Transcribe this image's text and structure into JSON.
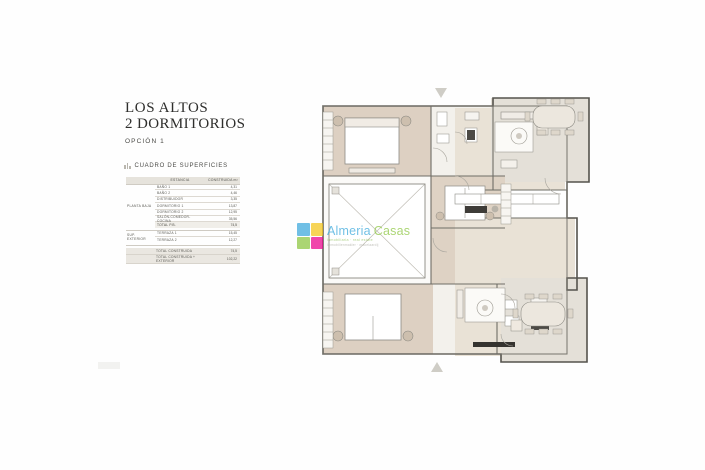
{
  "document": {
    "title_line_1": "LOS ALTOS",
    "title_line_2": "2 DORMITORIOS",
    "option_label": "OPCIÓN 1"
  },
  "surface_section": {
    "heading": "CUADRO DE SUPERFICIES",
    "columns": {
      "room": "ESTANCIA",
      "built": "CONSTRUIDA m²"
    },
    "groups": [
      {
        "label": "PLANTA BAJA",
        "rows": [
          {
            "room": "BAÑO 1",
            "value": "4,31"
          },
          {
            "room": "BAÑO 2",
            "value": "4,46"
          },
          {
            "room": "DISTRIBUIDOR",
            "value": "3,35"
          },
          {
            "room": "DORMITORIO 1",
            "value": "13,87"
          },
          {
            "room": "DORMITORIO 2",
            "value": "12,95"
          },
          {
            "room": "SALÓN-COMEDOR-COCINA",
            "value": "35,56"
          }
        ],
        "total": {
          "room": "TOTAL P.B.",
          "value": "74,5"
        }
      },
      {
        "label": "SUP. EXTERIOR",
        "rows": [
          {
            "room": "TERRAZA 1",
            "value": "15,45"
          },
          {
            "room": "TERRAZA 2",
            "value": "12,27"
          }
        ]
      }
    ],
    "totals": [
      {
        "label": "TOTAL CONSTRUIDA",
        "value": "74,5"
      },
      {
        "label": "TOTAL CONSTRUIDA + EXTERIOR",
        "value": "102,22"
      }
    ]
  },
  "watermark": {
    "brand_first": "Almeria",
    "brand_second": "Casas",
    "tagline": "inmobiliaria · real estate",
    "tagline_secondary": "Immobilienmakler · makelaardij",
    "logo_colors": [
      "#3aa8dc",
      "#f5c518",
      "#8cc63f",
      "#ec008c"
    ]
  },
  "floor_plan": {
    "alt": "Plano de planta - 2 dormitorios opción 1",
    "markers": [
      "north-marker-top",
      "north-marker-bottom"
    ],
    "rooms": [
      "Dormitorio 1",
      "Dormitorio 2",
      "Baño 1",
      "Baño 2",
      "Distribuidor",
      "Salón-Comedor-Cocina",
      "Terraza 1",
      "Terraza 2"
    ],
    "colors": {
      "wall": "#6f6d66",
      "bedroom_floor": "#ddd0c2",
      "terrace_floor": "#e6e2da",
      "living_floor": "#e8e0d4",
      "void_hatch": "#bdbab3"
    }
  }
}
